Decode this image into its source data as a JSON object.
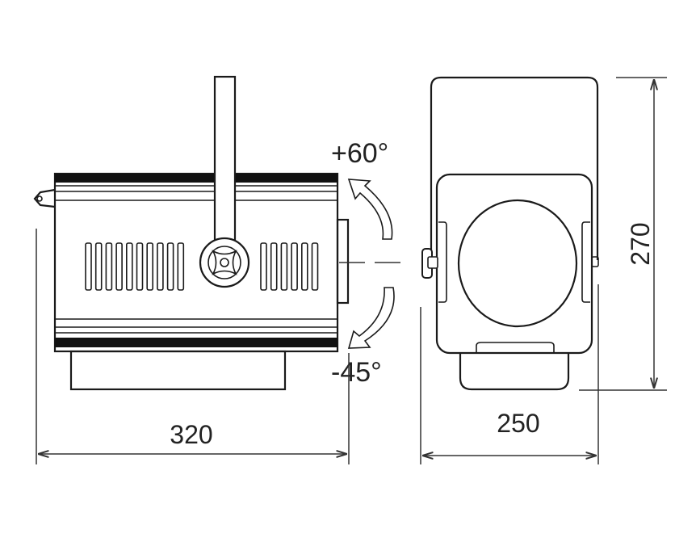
{
  "side_view": {
    "tilt_up_label": "+60°",
    "tilt_down_label": "-45°",
    "length_label": "320"
  },
  "front_view": {
    "width_label": "250",
    "height_label": "270"
  },
  "colors": {
    "line": "#1a1a1a",
    "background": "#ffffff"
  }
}
